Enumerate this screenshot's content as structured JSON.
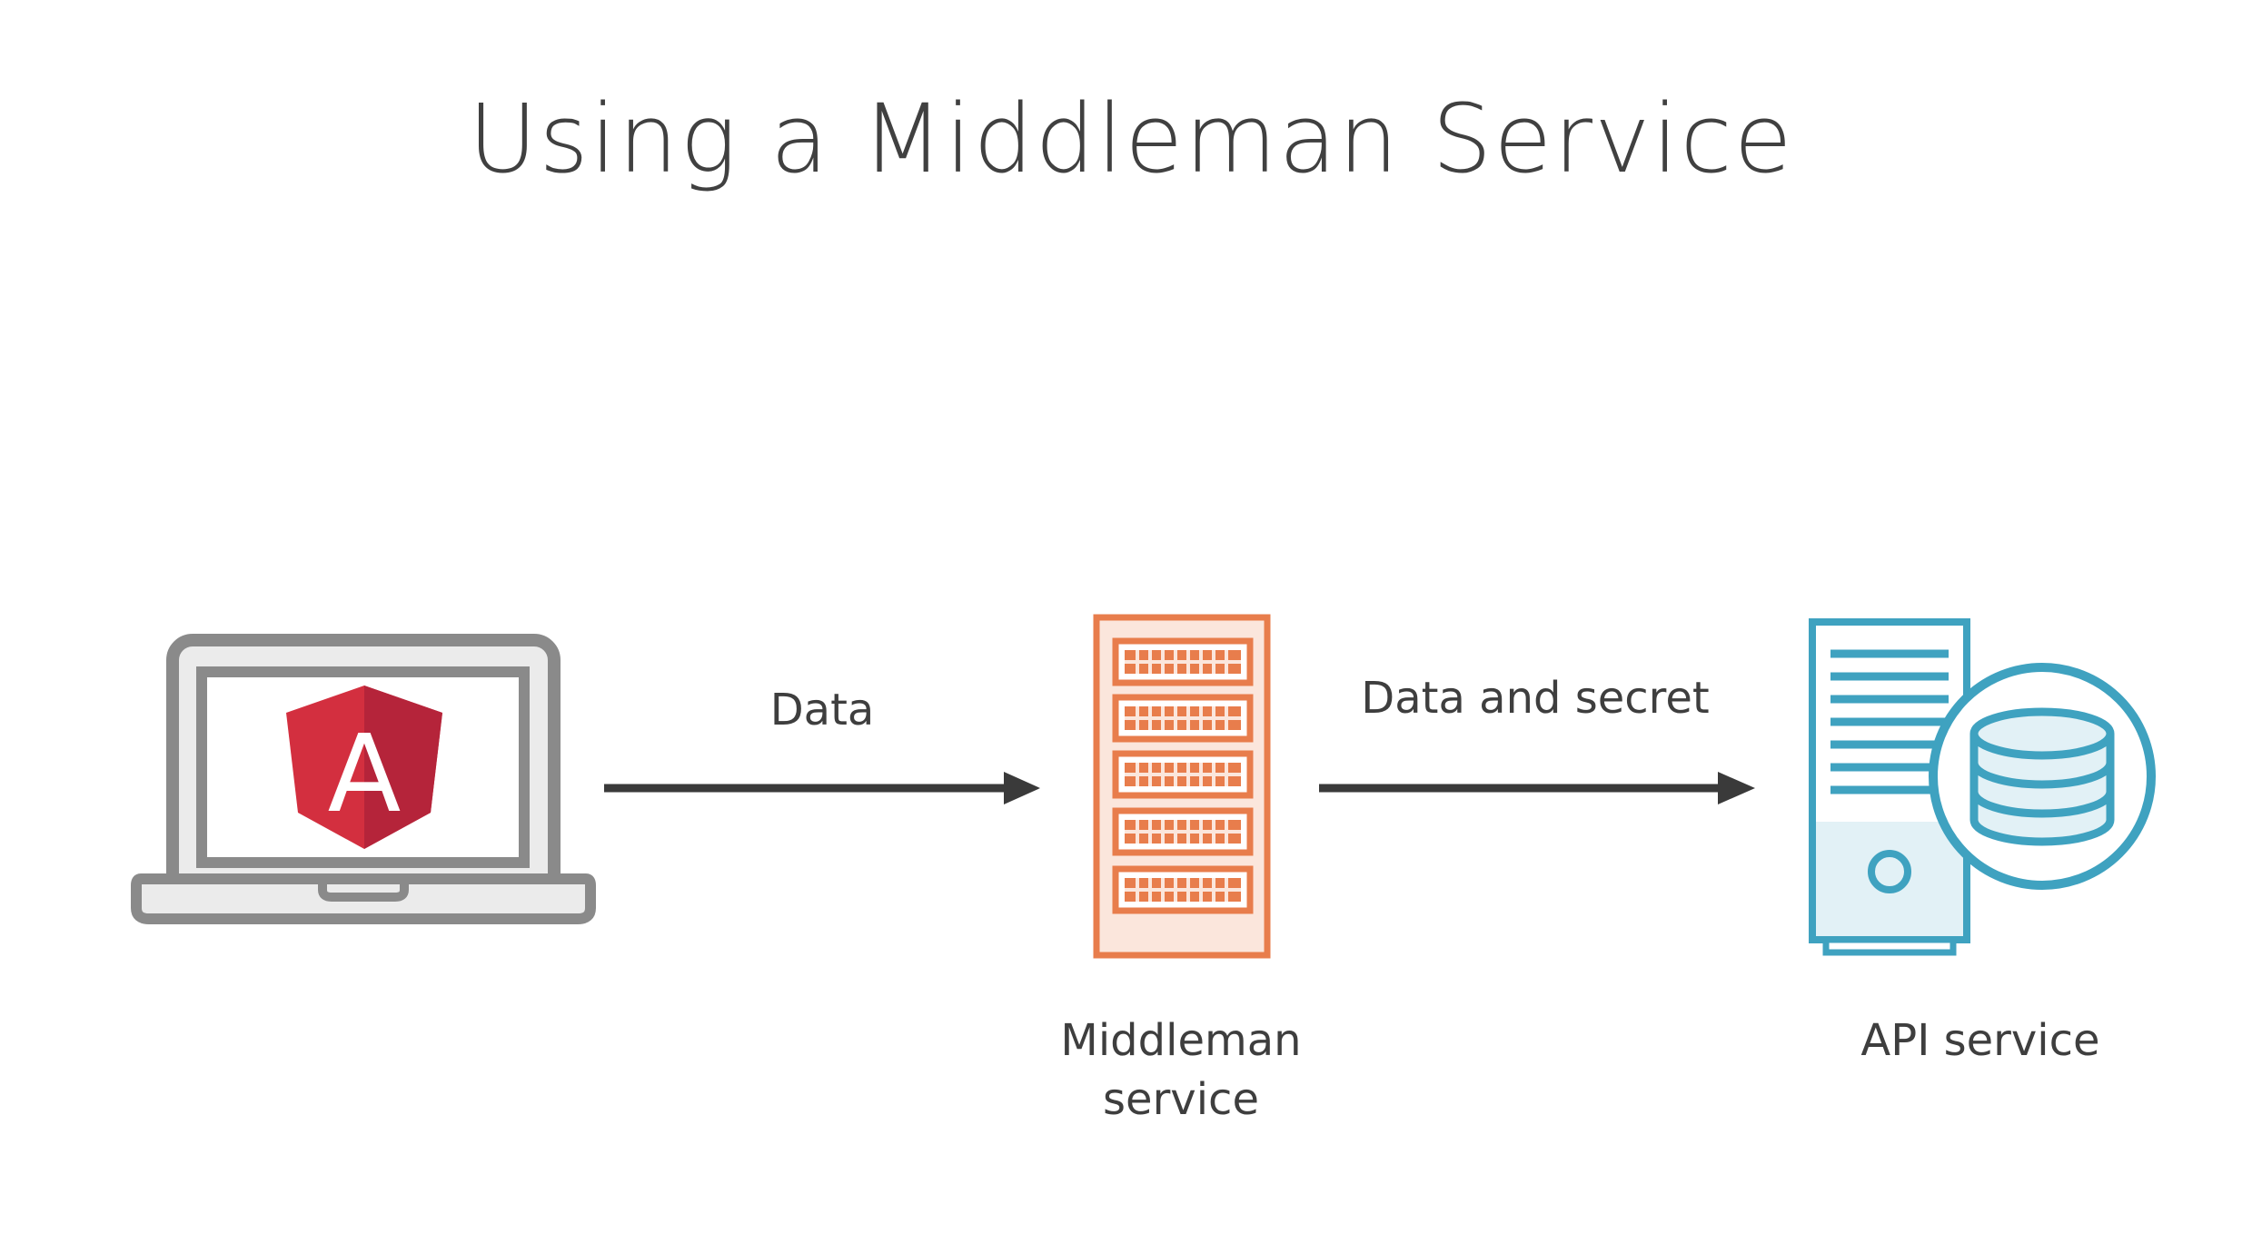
{
  "title": "Using a Middleman Service",
  "arrows": [
    {
      "label": "Data"
    },
    {
      "label": "Data and secret"
    }
  ],
  "nodes": [
    {
      "icon": "laptop-angular-icon",
      "label": "",
      "badge": "A"
    },
    {
      "icon": "server-rack-icon",
      "label_line1": "Middleman",
      "label_line2": "service"
    },
    {
      "icon": "api-server-database-icon",
      "label": "API service"
    }
  ],
  "colors": {
    "laptop": "#8a8a8a",
    "angular": "#d32f3f",
    "middleman": "#e87d4c",
    "api": "#3fa2c0",
    "arrow": "#3a3a3a",
    "text": "#3e3e3e"
  }
}
